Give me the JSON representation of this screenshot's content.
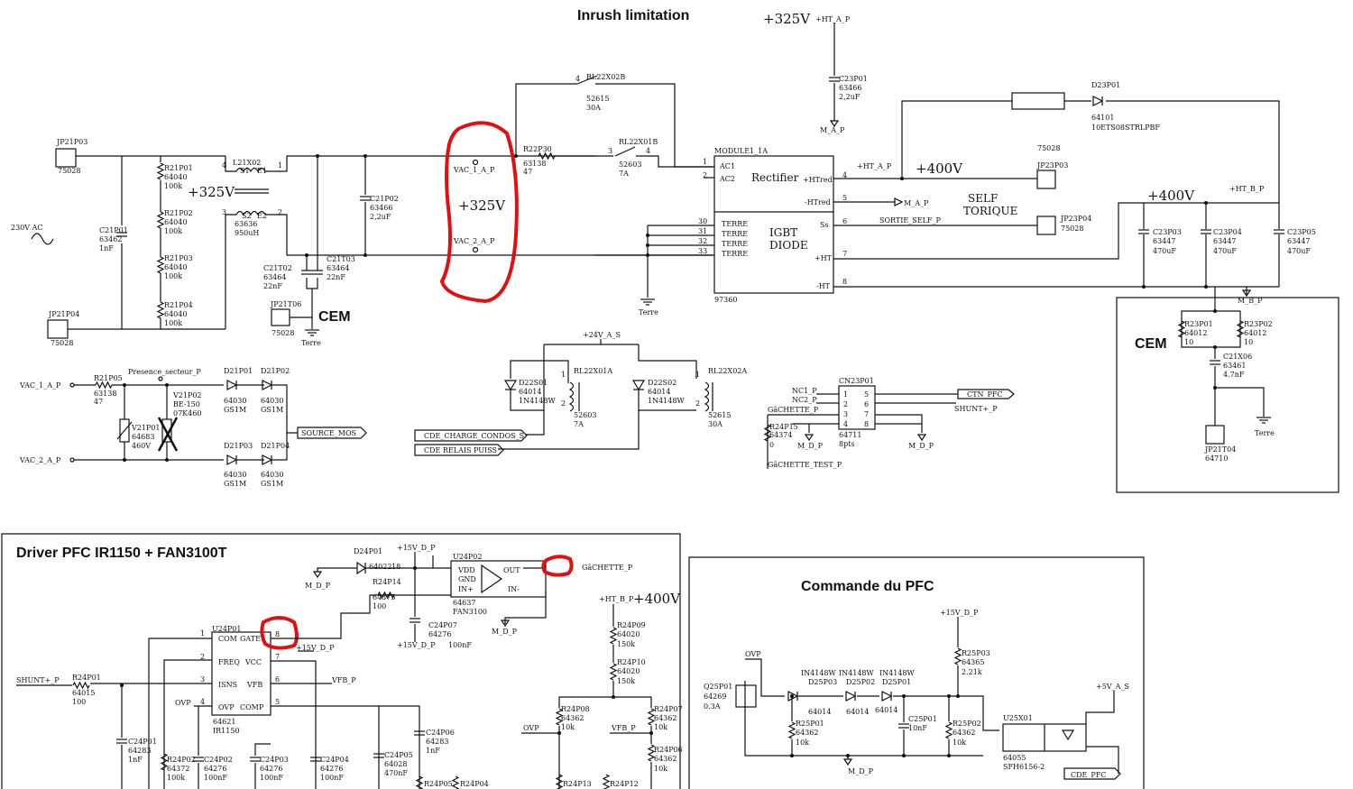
{
  "titles": {
    "inrush": "Inrush limitation",
    "pfc_driver": "Driver PFC IR1150 + FAN3100T",
    "pfc_cmd": "Commande du PFC"
  },
  "voltages": {
    "v325_top": "+325V",
    "v325_mid": "+325V",
    "v325_red": "+325V",
    "v400_a": "+400V",
    "v400_b": "+400V",
    "v400_c": "+400V"
  },
  "nets": {
    "ht_a_top": "+HT_A_P",
    "ht_a": "+HT_A_P",
    "ht_b": "+HT_B_P",
    "ht_b2": "+HT_B_P",
    "m_a1": "M_A_P",
    "m_a2": "M_A_P",
    "m_b": "M_B_P",
    "vac1": "VAC_1_A_P",
    "vac2": "VAC_2_A_P",
    "vac1_in": "VAC_1_A_P",
    "vac2_in": "VAC_2_A_P",
    "presence": "Presence_secteur_P",
    "source_mos": "SOURCE_MOS",
    "v24": "+24V_A_S",
    "cde_charge": "CDE_CHARGE_CONDOS_S",
    "cde_relais": "CDE RELAIS PUISS",
    "nc1": "NC1_P",
    "nc2": "NC2_P",
    "gachette": "GâCHETTE_P",
    "gachette_test": "GâCHETTE_TEST_P",
    "ctn": "CTN_PFC",
    "shunt": "SHUNT+_P",
    "shunt_in": "SHUNT+_P",
    "md1": "M_D_P",
    "md2": "M_D_P",
    "md3": "M_D_P",
    "md4": "M_D_P",
    "md5": "M_D_P",
    "v15_1": "+15V_D_P",
    "v15_2": "+15V_D_P",
    "v15_3": "+15V_D_P",
    "v15_4": "+15V_D_P",
    "gach_out": "GâCHETTE_P",
    "vfb": "VFB_P",
    "vfb2": "VFB_P",
    "ovp": "OVP",
    "ovp2": "OVP",
    "ovp3": "OVP",
    "v5": "+5V_A_S",
    "cde_pfc": "CDE_PFC",
    "sortie": "SORTIE_SELF_P",
    "terre1": "Terre",
    "terre2": "Terre",
    "terre3": "Terre",
    "ac": "230V AC",
    "self1": "SELF",
    "self2": "TORIQUE",
    "cem1": "CEM",
    "cem2": "CEM"
  },
  "comps": {
    "jp21p03": "JP21P03",
    "jp21p03v": "75028",
    "jp21p04": "JP21P04",
    "jp21p04v": "75028",
    "c21p01": "C21P01",
    "c21p01a": "63462",
    "c21p01b": "1nF",
    "r21p01": "R21P01",
    "r21p01a": "64040",
    "r21p01b": "100k",
    "r21p02": "R21P02",
    "r21p02a": "64040",
    "r21p02b": "100k",
    "r21p03": "R21P03",
    "r21p03a": "64040",
    "r21p03b": "100k",
    "r21p04": "R21P04",
    "r21p04a": "64040",
    "r21p04b": "100k",
    "l21x02": "L21X02",
    "s1": "S1",
    "e1": "E1",
    "s2": "S2",
    "e2": "E2",
    "l21a": "63636",
    "l21b": "950uH",
    "c21p02": "C21P02",
    "c21p02a": "63466",
    "c21p02b": "2,2uF",
    "c21t02": "C21T02",
    "c21t02a": "63464",
    "c21t02b": "22nF",
    "c21t03": "C21T03",
    "c21t03a": "63464",
    "c21t03b": "22nF",
    "jp21t06": "JP21T06",
    "jp21t06v": "75028",
    "rl22x02b": "RL22X02B",
    "rl22x02ba": "52615",
    "rl22x02bb": "30A",
    "r22p30": "R22P30",
    "r22p30a": "63138",
    "r22p30b": "47",
    "rl22x01b": "RL22X01B",
    "rl22x01ba": "52603",
    "rl22x01bb": "7A",
    "c23p01": "C23P01",
    "c23p01a": "63466",
    "c23p01b": "2,2uF",
    "module": "MODULE1_1A",
    "module_v": "97360",
    "ac1": "AC1",
    "ac2": "AC2",
    "rect": "Rectifier",
    "htred_p": "+HTred",
    "htred_m": "-HTred",
    "igbt": "IGBT",
    "diode": "DIODE",
    "terre": "TERRE",
    "ss": "Ss",
    "ht_p": "+HT",
    "ht_m": "-HT",
    "d23p01": "D23P01",
    "d23p01a": "64101",
    "d23p01b": "10ETS08STRLPBF",
    "jp23p03": "JP23P03",
    "jp23p03v": "75028",
    "jp23p04": "JP23P04",
    "jp23p04v": "75028",
    "c23p03": "C23P03",
    "c23p03a": "63447",
    "c23p03b": "470uF",
    "c23p04": "C23P04",
    "c23p04a": "63447",
    "c23p04b": "470uF",
    "c23p05": "C23P05",
    "c23p05a": "63447",
    "c23p05b": "470uF",
    "r23p01": "R23P01",
    "r23p01a": "64012",
    "r23p01b": "10",
    "r23p02": "R23P02",
    "r23p02a": "64012",
    "r23p02b": "10",
    "c21x06": "C21X06",
    "c21x06a": "63461",
    "c21x06b": "4.7nF",
    "jp21t04": "JP21T04",
    "jp21t04v": "64710",
    "r21p05": "R21P05",
    "r21p05a": "63138",
    "r21p05b": "47",
    "v21p02": "V21P02",
    "v21p02a": "BE-150",
    "v21p02b": "07K460",
    "v21p01": "V21P01",
    "v21p01a": "64683",
    "v21p01b": "460V",
    "d21p01": "D21P01",
    "d21p02": "D21P02",
    "d21p03": "D21P03",
    "d21p04": "D21P04",
    "d_code": "64030",
    "d_type": "GS1M",
    "d22s01": "D22S01",
    "d22s02": "D22S02",
    "d22a": "64014",
    "d22b": "1N4148W",
    "rl22x01a": "RL22X01A",
    "rl22x01aa": "52603",
    "rl22x01ab": "7A",
    "rl22x02a": "RL22X02A",
    "rl22x02aa": "52615",
    "rl22x02ab": "30A",
    "cn23p01": "CN23P01",
    "cn23a": "64711",
    "cn23b": "8pts",
    "r24p15": "R24P15",
    "r24p15a": "64374",
    "r24p15b": "0",
    "d24p01": "D24P01",
    "d24p01a": "64022",
    "d24p01b": "18",
    "r24p14": "R24P14",
    "r24p14a": "64375",
    "r24p14b": "100",
    "u24p02": "U24P02",
    "u24p02a": "64637",
    "u24p02b": "FAN3100",
    "vdd": "VDD",
    "gnd": "GND",
    "inp": "IN+",
    "inm": "IN-",
    "out": "OUT",
    "c24p07": "C24P07",
    "c24p07a": "64276",
    "c24p07b": "100nF",
    "u24p01": "U24P01",
    "u24p01a": "64621",
    "u24p01b": "IR1150",
    "com": "COM",
    "gate": "GATE",
    "freq": "FREQ",
    "vcc": "VCC",
    "isns": "ISNS",
    "vfbp": "VFB",
    "ovpp": "OVP",
    "comp": "COMP",
    "r24p01": "R24P01",
    "r24p01a": "64015",
    "r24p01b": "100",
    "c24p01": "C24P01",
    "c24p01a": "64283",
    "c24p01b": "1nF",
    "r24p02": "R24P02",
    "r24p02a": "64372",
    "r24p02b": "100k",
    "c24p02": "C24P02",
    "c24p02a": "64276",
    "c24p02b": "100nF",
    "c24p03": "C24P03",
    "c24p03a": "64276",
    "c24p03b": "100nF",
    "c24p04": "C24P04",
    "c24p04a": "64276",
    "c24p04b": "100nF",
    "c24p05": "C24P05",
    "c24p05a": "64028",
    "c24p05b": "470nF",
    "c24p06": "C24P06",
    "c24p06a": "64283",
    "c24p06b": "1nF",
    "r24p05": "R24P05",
    "r24p04": "R24P04",
    "r24p09": "R24P09",
    "r24p09a": "64020",
    "r24p09b": "150k",
    "r24p10": "R24P10",
    "r24p10a": "64020",
    "r24p10b": "150k",
    "r24p08": "R24P08",
    "r24p08a": "64362",
    "r24p08b": "10k",
    "r24p07": "R24P07",
    "r24p07a": "64362",
    "r24p07b": "10k",
    "r24p06": "R24P06",
    "r24p06a": "64362",
    "r24p06b": "10k",
    "r24p13": "R24P13",
    "r24p12": "R24P12",
    "q25p01": "Q25P01",
    "q25p01a": "64269",
    "q25p01b": "0.3A",
    "d25lbl": "IN4148W",
    "d25p03": "D25P03",
    "d25p02": "D25P02",
    "d25p01": "D25P01",
    "d25a": "64014",
    "r25p01": "R25P01",
    "r25p01a": "64362",
    "r25p01b": "10k",
    "c25p01": "C25P01",
    "c25p01b": "10nF",
    "r25p02": "R25P02",
    "r25p02a": "64362",
    "r25p02b": "10k",
    "r25p03": "R25P03",
    "r25p03a": "64365",
    "r25p03b": "2.21k",
    "u25x01": "U25X01",
    "u25x01a": "64055",
    "u25x01b": "SFH6156-2"
  },
  "pins": {
    "p1": "1",
    "p2": "2",
    "p3": "3",
    "p4": "4",
    "p5": "5",
    "p6": "6",
    "p7": "7",
    "p8": "8",
    "p30": "30",
    "p31": "31",
    "p32": "32",
    "p33": "33"
  }
}
